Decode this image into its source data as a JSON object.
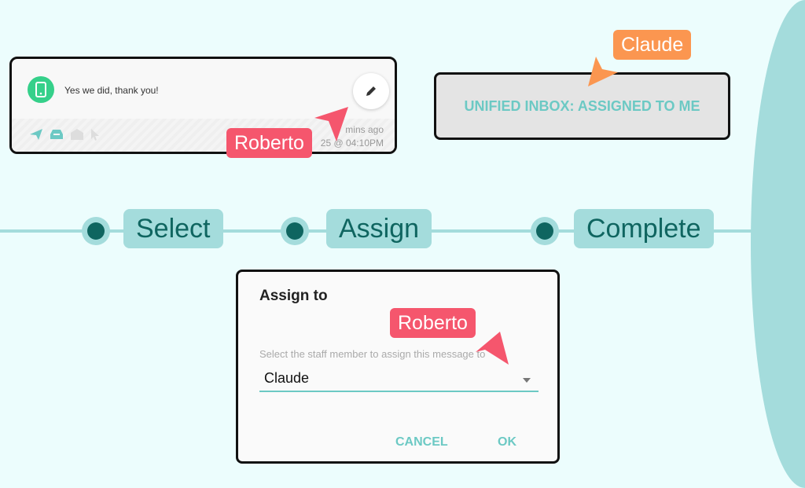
{
  "message_card": {
    "text": "Yes we did, thank you!",
    "time_ago": "mins ago",
    "timestamp": "25 @ 04:10PM"
  },
  "inbox_button": {
    "label": "UNIFIED INBOX: ASSIGNED TO ME"
  },
  "cursors": {
    "roberto": "Roberto",
    "claude": "Claude"
  },
  "steps": [
    "Select",
    "Assign",
    "Complete"
  ],
  "dialog": {
    "title": "Assign to",
    "label": "Select the staff member to assign this message to",
    "selected": "Claude",
    "cancel": "CANCEL",
    "ok": "OK"
  },
  "colors": {
    "teal": "#a4dcdc",
    "dark_teal": "#0f6560",
    "accent": "#6cc9c4",
    "roberto": "#f5566d",
    "claude": "#fb9650"
  }
}
